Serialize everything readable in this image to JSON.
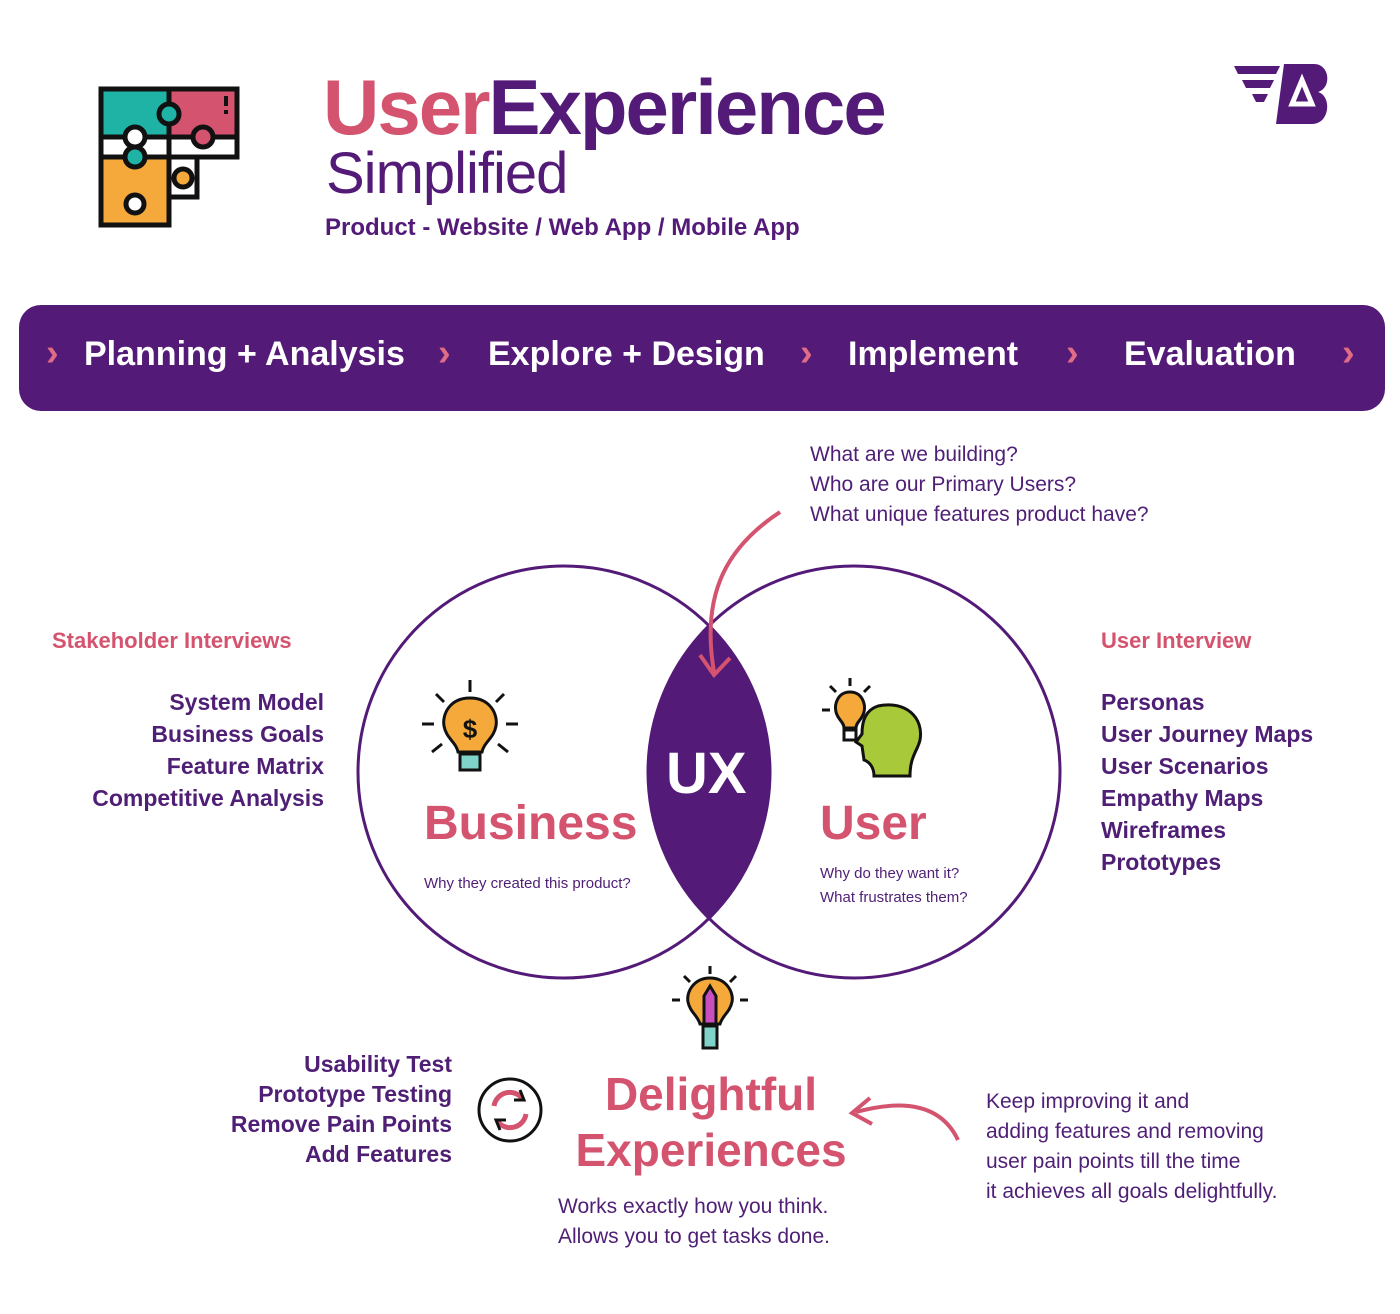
{
  "header": {
    "title_part1": "User",
    "title_part2": "Experience",
    "subtitle": "Simplified",
    "tagline": "Product - Website / Web App / Mobile App",
    "logo_icon": "puzzle-icon",
    "brand_icon": "brand-b-logo-icon"
  },
  "stages": [
    {
      "label": "Planning + Analysis"
    },
    {
      "label": "Explore + Design"
    },
    {
      "label": "Implement"
    },
    {
      "label": "Evaluation"
    }
  ],
  "questions": [
    "What are we building?",
    "Who are our Primary Users?",
    "What unique features product have?"
  ],
  "business": {
    "heading": "Business",
    "question": "Why they created this product?",
    "icon": "dollar-bulb-icon"
  },
  "user": {
    "heading": "User",
    "questions": [
      "Why do they want it?",
      "What frustrates them?"
    ],
    "icon": "head-idea-icon"
  },
  "ux_label": "UX",
  "left_panel": {
    "heading": "Stakeholder Interviews",
    "items": [
      "System Model",
      "Business Goals",
      "Feature Matrix",
      "Competitive Analysis"
    ]
  },
  "right_panel": {
    "heading": "User Interview",
    "items": [
      "Personas",
      "User Journey Maps",
      "User Scenarios",
      "Empathy Maps",
      "Wireframes",
      "Prototypes"
    ]
  },
  "delightful": {
    "heading_line1": "Delightful",
    "heading_line2": "Experiences",
    "subtext": [
      "Works exactly how you think.",
      "Allows you to get tasks done."
    ],
    "icon": "pencil-bulb-icon"
  },
  "evaluation_items": [
    "Usability Test",
    "Prototype Testing",
    "Remove Pain Points",
    "Add Features"
  ],
  "cycle_icon": "refresh-cycle-icon",
  "keep_improving": [
    "Keep improving it and",
    "adding features and removing",
    "user pain points till the time",
    "it achieves all goals delightfully."
  ],
  "colors": {
    "purple": "#531a78",
    "pink": "#d4536e",
    "teal": "#1fb3a6",
    "orange": "#f4a93a",
    "green": "#a8c93a"
  }
}
